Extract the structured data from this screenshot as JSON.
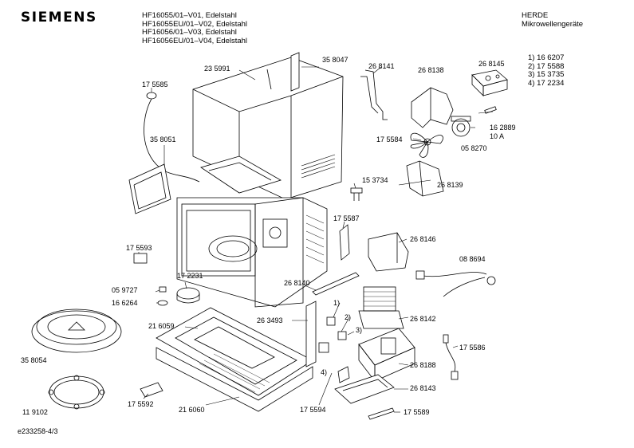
{
  "header": {
    "brand": "SIEMENS",
    "models": [
      "HF16055/01–V01, Edelstahl",
      "HF16055EU/01–V02, Edelstahl",
      "HF16056/01–V03, Edelstahl",
      "HF16056EU/01–V04, Edelstahl"
    ],
    "maker": "HERDE",
    "category": "Mikrowellengeräte"
  },
  "notes": [
    "1) 16 6207",
    "2) 17 5588",
    "3) 15 3735",
    "4) 17 2234"
  ],
  "parts": {
    "p235991": "23 5991",
    "p358047": "35 8047",
    "p268141": "26 8141",
    "p268138": "26 8138",
    "p268145": "26 8145",
    "p175585": "17 5585",
    "p358051": "35 8051",
    "p175584": "17 5584",
    "p162889": "16 2889",
    "p10a": "10 A",
    "p058270": "05 8270",
    "p153734": "15 3734",
    "p268139": "26 8139",
    "p175587": "17 5587",
    "p268146": "26 8146",
    "p175593": "17 5593",
    "p088694": "08 8694",
    "p172231": "17 2231",
    "p059727": "05 9727",
    "p166264": "16 6264",
    "p268140": "26 8140",
    "c1": "1)",
    "c2": "2)",
    "c3": "3)",
    "c4": "4)",
    "p216059": "21 6059",
    "p263493": "26 3493",
    "p268142": "26 8142",
    "p358054": "35 8054",
    "p175586": "17 5586",
    "p268188": "26 8188",
    "p268143": "26 8143",
    "p119102": "11 9102",
    "p175592": "17 5592",
    "p216060": "21 6060",
    "p175594": "17 5594",
    "p175589": "17 5589"
  },
  "footer": {
    "doc_id": "e233258-4/3"
  }
}
